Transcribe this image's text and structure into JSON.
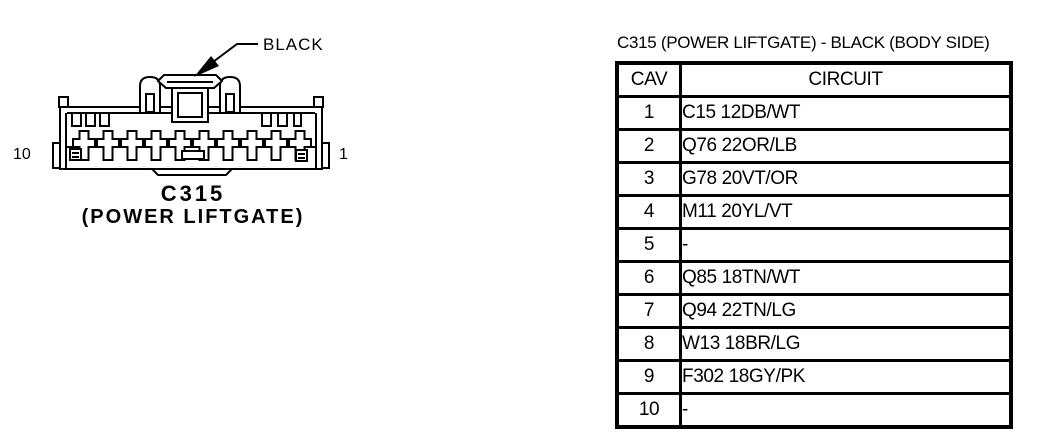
{
  "colors": {
    "ink": "#000000",
    "paper": "#ffffff"
  },
  "diagram": {
    "wire_color_label": "BLACK",
    "pin_left_label": "10",
    "pin_right_label": "1",
    "connector_id": "C315",
    "connector_function": "(POWER LIFTGATE)"
  },
  "table": {
    "title": "C315 (POWER LIFTGATE) - BLACK (BODY SIDE)",
    "columns": {
      "cav": "CAV",
      "circuit": "CIRCUIT"
    },
    "rows": [
      {
        "cav": "1",
        "circuit": "C15 12DB/WT"
      },
      {
        "cav": "2",
        "circuit": "Q76 22OR/LB"
      },
      {
        "cav": "3",
        "circuit": "G78 20VT/OR"
      },
      {
        "cav": "4",
        "circuit": "M11 20YL/VT"
      },
      {
        "cav": "5",
        "circuit": "-"
      },
      {
        "cav": "6",
        "circuit": "Q85 18TN/WT"
      },
      {
        "cav": "7",
        "circuit": "Q94 22TN/LG"
      },
      {
        "cav": "8",
        "circuit": "W13 18BR/LG"
      },
      {
        "cav": "9",
        "circuit": "F302 18GY/PK"
      },
      {
        "cav": "10",
        "circuit": "-"
      }
    ]
  }
}
